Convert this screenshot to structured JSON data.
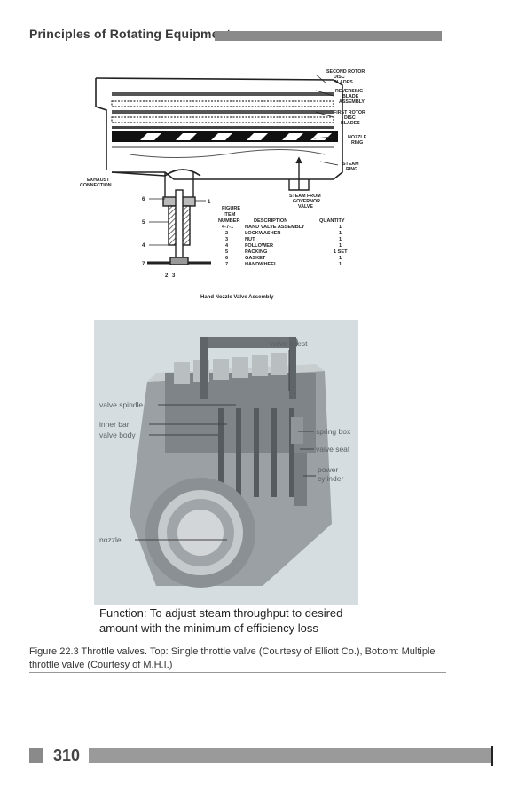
{
  "header": {
    "title": "Principles of Rotating Equipment"
  },
  "top_figure": {
    "labels": {
      "second_rotor": "SECOND ROTOR",
      "disc": "DISC",
      "blades": "BLADES",
      "reversing": "REVERSING",
      "blade": "BLADE",
      "assembly": "ASSEMBLY",
      "first_rotor": "FIRST ROTOR",
      "disc2": "DISC",
      "blades2": "BLADES",
      "nozzle": "NOZZLE",
      "ring": "RING",
      "steam": "STEAM",
      "ring2": "RING",
      "exhaust": "EXHAUST",
      "connection": "CONNECTION",
      "steam_from": "STEAM FROM",
      "governor": "GOVERNOR",
      "valve": "VALVE"
    },
    "callouts": [
      "6",
      "1",
      "5",
      "4",
      "7",
      "2",
      "3"
    ],
    "table": {
      "header_figure": "FIGURE",
      "header_item": "ITEM",
      "header_number": "NUMBER",
      "header_description": "DESCRIPTION",
      "header_quantity": "QUANTITY",
      "rows": [
        {
          "number": "4-7-1",
          "description": "HAND VALVE ASSEMBLY",
          "quantity": "1"
        },
        {
          "number": "2",
          "description": "LOCKWASHER",
          "quantity": "1"
        },
        {
          "number": "3",
          "description": "NUT",
          "quantity": "1"
        },
        {
          "number": "4",
          "description": "FOLLOWER",
          "quantity": "1"
        },
        {
          "number": "5",
          "description": "PACKING",
          "quantity": "1 SET"
        },
        {
          "number": "6",
          "description": "GASKET",
          "quantity": "1"
        },
        {
          "number": "7",
          "description": "HANDWHEEL",
          "quantity": "1"
        }
      ]
    },
    "caption": "Hand Nozzle Valve Assembly"
  },
  "bottom_figure": {
    "labels": {
      "valve_chest": "valve chest",
      "valve_spindle": "valve spindle",
      "inner_bar": "inner bar",
      "valve_body": "valve body",
      "spring_box": "spring box",
      "valve_seat": "valve seat",
      "power": "power",
      "cylinder": "cylinder",
      "nozzle": "nozzle"
    },
    "function_line1": "Function: To adjust steam throughput to desired",
    "function_line2": "amount with the minimum of efficiency loss"
  },
  "figure_caption": {
    "line1": "Figure 22.3 Throttle valves. Top: Single throttle valve (Courtesy of Elliott Co.), Bottom: Multiple",
    "line2": "throttle valve (Courtesy of M.H.I.)"
  },
  "footer": {
    "page_number": "310"
  }
}
